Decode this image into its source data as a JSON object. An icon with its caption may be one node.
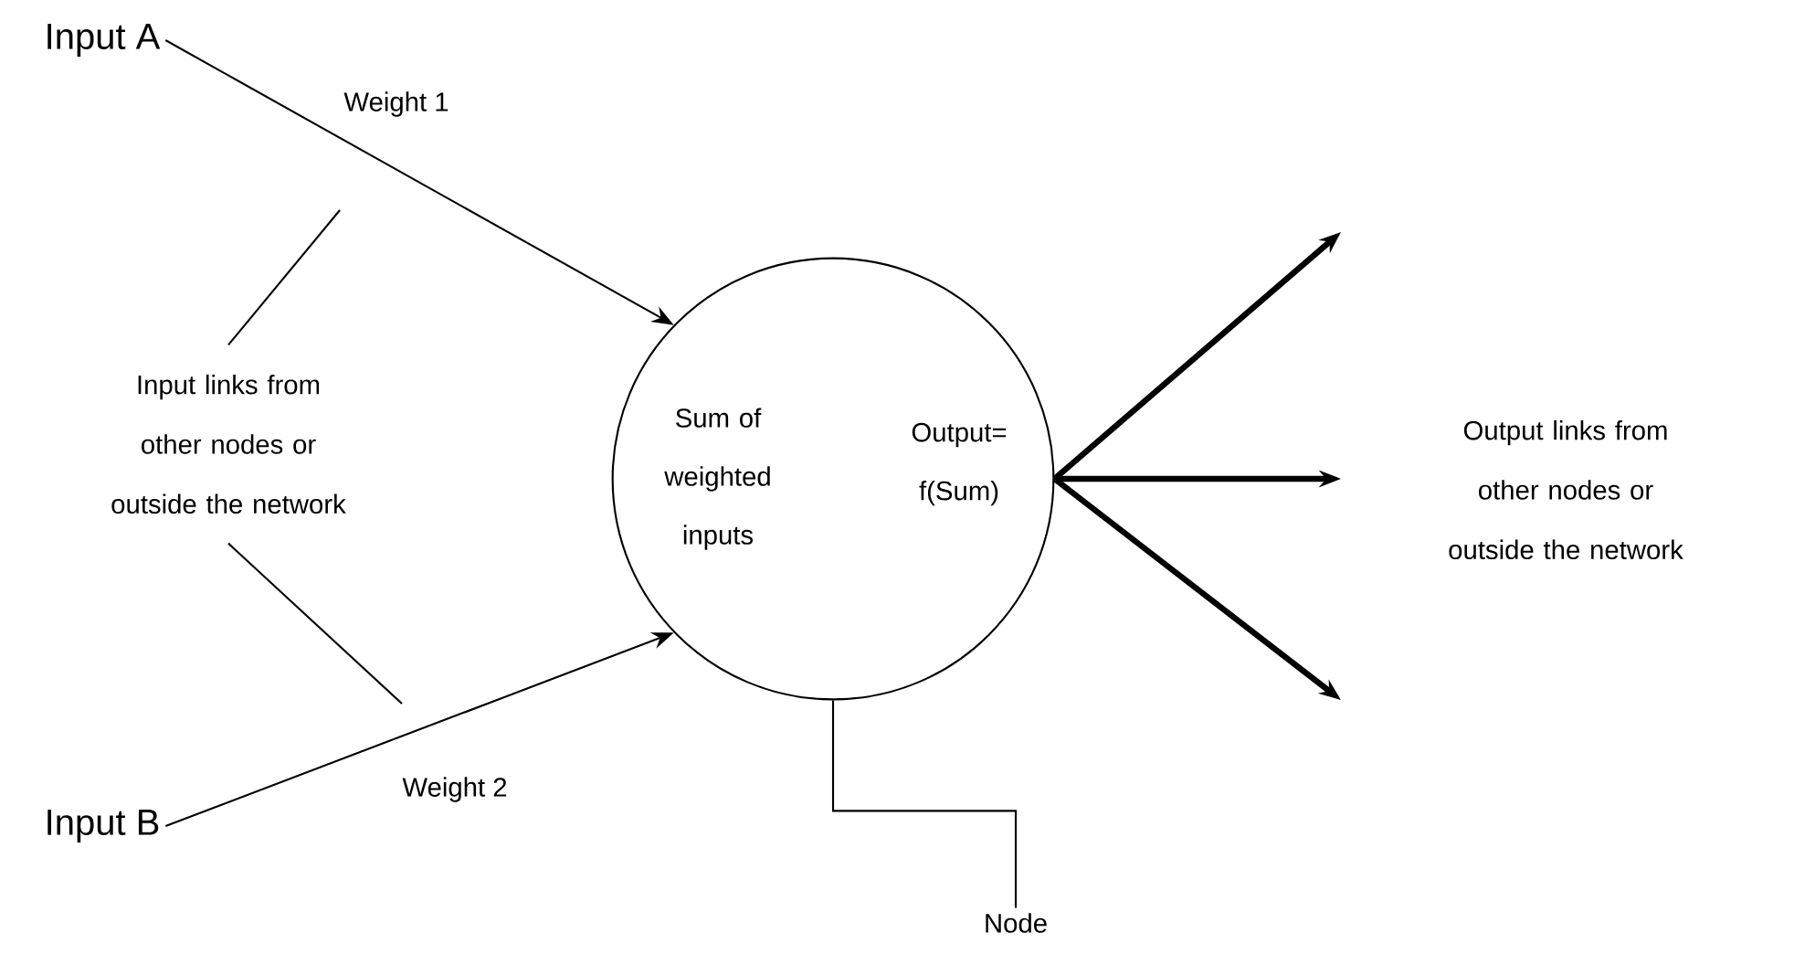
{
  "diagram": {
    "nodes": [
      {
        "text": [
          "Input A"
        ]
      },
      {
        "text": [
          "Input B"
        ]
      },
      {
        "text": [
          "Sum of weighted inputs",
          "Output= f(Sum)"
        ]
      },
      {
        "text": [
          "Input links from other nodes or outside the network"
        ]
      },
      {
        "text": [
          "Output links from other nodes or outside the network"
        ]
      },
      {
        "text": [
          "Node"
        ]
      }
    ],
    "edges": [
      {
        "from": 0,
        "to": 2,
        "arrow": "to",
        "label": "Weight 1"
      },
      {
        "from": 1,
        "to": 2,
        "arrow": "to",
        "label": "Weight 2"
      },
      {
        "from": 3,
        "to": null,
        "arrow": "none"
      },
      {
        "from": 3,
        "to": null,
        "arrow": "none"
      },
      {
        "from": 2,
        "to": null,
        "arrow": "to",
        "style": "thick"
      },
      {
        "from": 2,
        "to": null,
        "arrow": "to",
        "style": "thick"
      },
      {
        "from": 2,
        "to": null,
        "arrow": "to",
        "style": "thick"
      },
      {
        "from": 5,
        "to": 2,
        "arrow": "none"
      }
    ]
  }
}
